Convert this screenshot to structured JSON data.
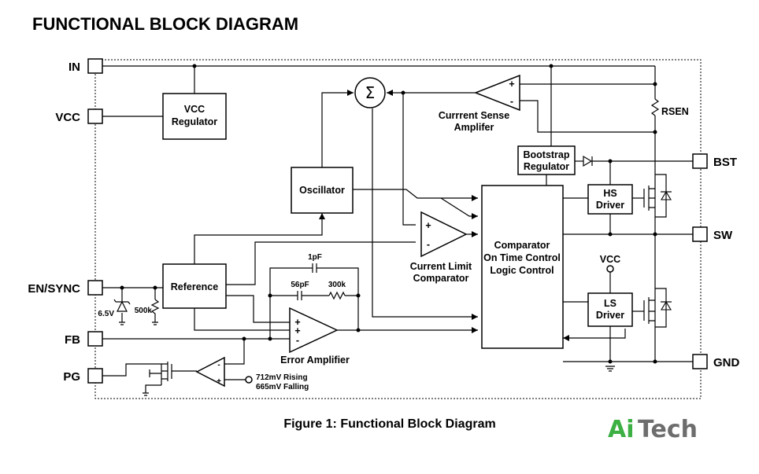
{
  "title": "FUNCTIONAL BLOCK DIAGRAM",
  "caption": "Figure 1: Functional Block Diagram",
  "brand": {
    "part1": "Ai",
    "part2": "Tech",
    "color1": "#3cb043",
    "color2": "#6d6d6d"
  },
  "pins": {
    "in": "IN",
    "vcc": "VCC",
    "en_sync": "EN/SYNC",
    "fb": "FB",
    "pg": "PG",
    "bst": "BST",
    "sw": "SW",
    "gnd": "GND"
  },
  "blocks": {
    "vcc_regulator": [
      "VCC",
      "Regulator"
    ],
    "oscillator": "Oscillator",
    "reference": "Reference",
    "bootstrap_regulator": [
      "Bootstrap",
      "Regulator"
    ],
    "comparator_logic": [
      "Comparator",
      "On Time Control",
      "Logic Control"
    ],
    "hs_driver": [
      "HS",
      "Driver"
    ],
    "ls_driver": [
      "LS",
      "Driver"
    ]
  },
  "labels": {
    "current_sense": [
      "Currrent Sense",
      "Amplifer"
    ],
    "current_limit": [
      "Current Limit",
      "Comparator"
    ],
    "error_amp": "Error Amplifier",
    "rsen": "RSEN",
    "vcc_node": "VCC",
    "zener": "6.5V",
    "r_pulldown": "500k",
    "cap_1pf": "1pF",
    "cap_56pf": "56pF",
    "res_300k": "300k",
    "pg_threshold": [
      "712mV Rising",
      "665mV Falling"
    ]
  },
  "symbols": {
    "summing": "Σ",
    "plus": "+",
    "minus": "-"
  }
}
